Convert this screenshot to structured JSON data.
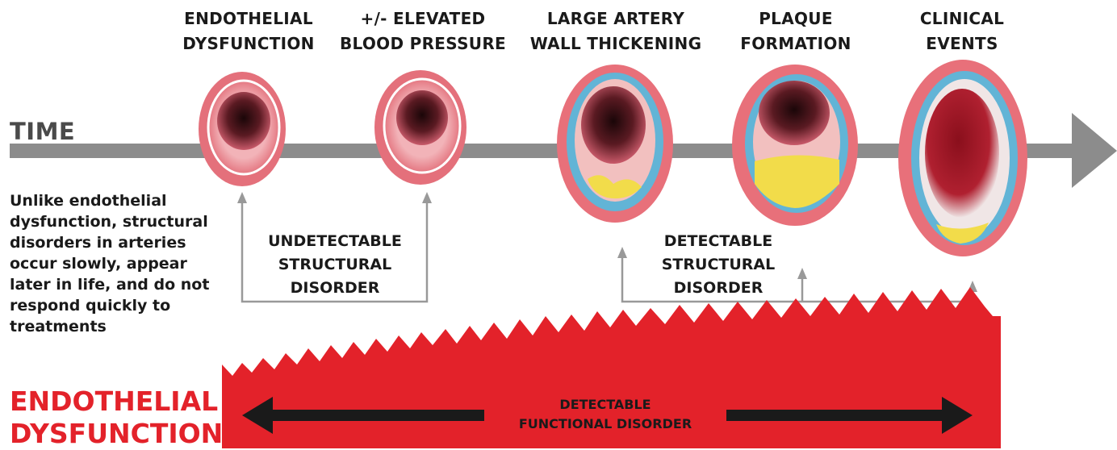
{
  "stages": [
    {
      "label": "ENDOTHELIAL\nDYSFUNCTION"
    },
    {
      "label": "+/- ELEVATED\nBLOOD PRESSURE"
    },
    {
      "label": "LARGE ARTERY\nWALL THICKENING"
    },
    {
      "label": "PLAQUE\nFORMATION"
    },
    {
      "label": "CLINICAL\nEVENTS"
    }
  ],
  "timeline": {
    "label": "TIME"
  },
  "side_note": "Unlike endothelial dysfunction, structural disorders in arteries occur slowly, appear later in life, and do not respond quickly to treatments",
  "brackets": {
    "undetectable": "UNDETECTABLE\nSTRUCTURAL\nDISORDER",
    "detectable": "DETECTABLE\nSTRUCTURAL\nDISORDER"
  },
  "functional_band": {
    "title": "ENDOTHELIAL\nDYSFUNCTION",
    "label": "DETECTABLE\nFUNCTIONAL DISORDER"
  },
  "colors": {
    "timeline_gray": "#8c8c8c",
    "artery_pink": "#e8707a",
    "band_red": "#e3222a",
    "media_blue": "#62b4d6",
    "plaque_yellow": "#f2dc4a"
  }
}
